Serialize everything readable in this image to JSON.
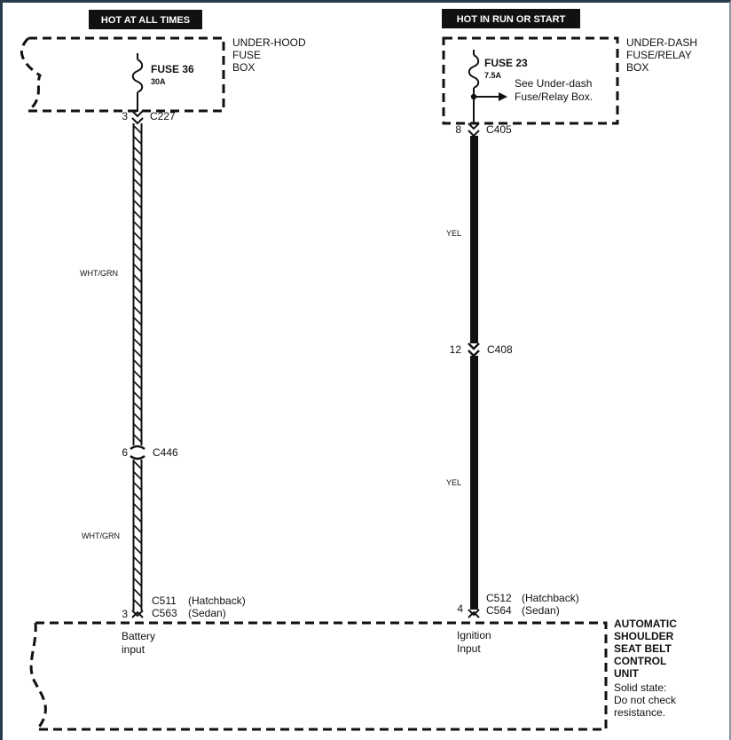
{
  "left_circuit": {
    "header": "HOT AT ALL TIMES",
    "box_label": [
      "UNDER-HOOD",
      "FUSE",
      "BOX"
    ],
    "fuse_name": "FUSE 36",
    "fuse_rating": "30A",
    "top_connector": {
      "pin": "3",
      "name": "C227"
    },
    "mid_connector": {
      "pin": "6",
      "name": "C446"
    },
    "wire_color_upper": "WHT/GRN",
    "wire_color_lower": "WHT/GRN",
    "bottom_connector": {
      "pin": "3",
      "name_1": "C511",
      "note_1": "(Hatchback)",
      "name_2": "C563",
      "note_2": "(Sedan)"
    },
    "input_label": [
      "Battery",
      "input"
    ]
  },
  "right_circuit": {
    "header": "HOT IN RUN OR START",
    "box_label": [
      "UNDER-DASH",
      "FUSE/RELAY",
      "BOX"
    ],
    "fuse_name": "FUSE 23",
    "fuse_rating": "7.5A",
    "see_note": [
      "See Under-dash",
      "Fuse/Relay Box."
    ],
    "top_connector": {
      "pin": "8",
      "name": "C405"
    },
    "mid_connector": {
      "pin": "12",
      "name": "C408"
    },
    "wire_color_upper": "YEL",
    "wire_color_lower": "YEL",
    "bottom_connector": {
      "pin": "4",
      "name_1": "C512",
      "note_1": "(Hatchback)",
      "name_2": "C564",
      "note_2": "(Sedan)"
    },
    "input_label": [
      "Ignition",
      "Input"
    ]
  },
  "control_unit": {
    "title": [
      "AUTOMATIC",
      "SHOULDER",
      "SEAT BELT",
      "CONTROL",
      "UNIT"
    ],
    "note": [
      "Solid state:",
      "Do not check",
      "resistance."
    ]
  },
  "colors": {
    "wire_left": "#111111",
    "wire_right": "#111111",
    "header_bg": "#111111",
    "frame": "#2a3a4e"
  }
}
